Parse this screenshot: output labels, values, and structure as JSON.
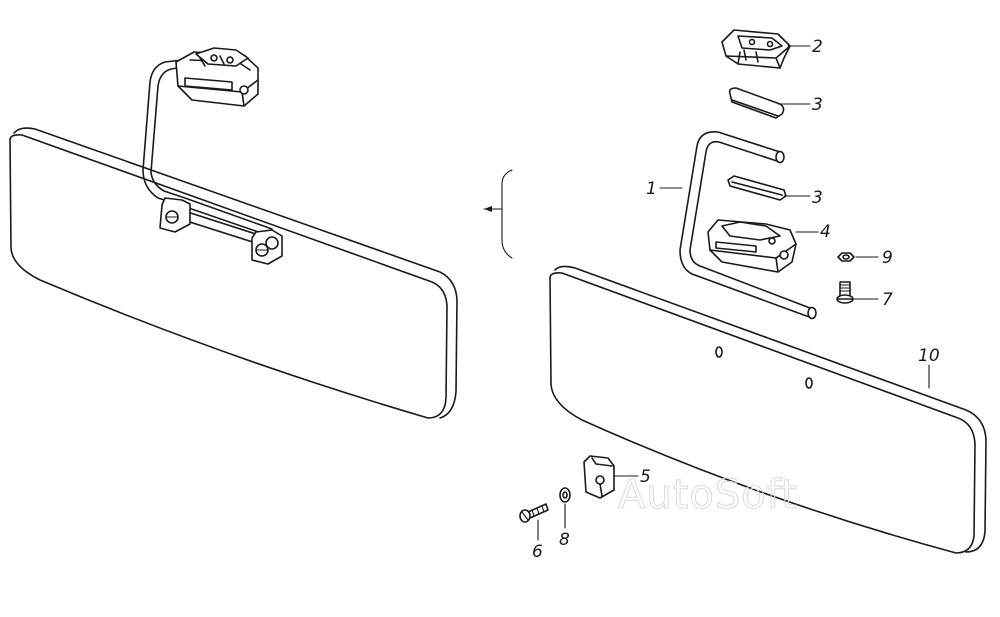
{
  "watermark": "AutoSoft",
  "callouts": [
    {
      "id": "c1",
      "text": "1"
    },
    {
      "id": "c2",
      "text": "2"
    },
    {
      "id": "c3a",
      "text": "3"
    },
    {
      "id": "c3b",
      "text": "3"
    },
    {
      "id": "c4",
      "text": "4"
    },
    {
      "id": "c5",
      "text": "5"
    },
    {
      "id": "c6",
      "text": "6"
    },
    {
      "id": "c7",
      "text": "7"
    },
    {
      "id": "c8",
      "text": "8"
    },
    {
      "id": "c9",
      "text": "9"
    },
    {
      "id": "c10",
      "text": "10"
    }
  ]
}
